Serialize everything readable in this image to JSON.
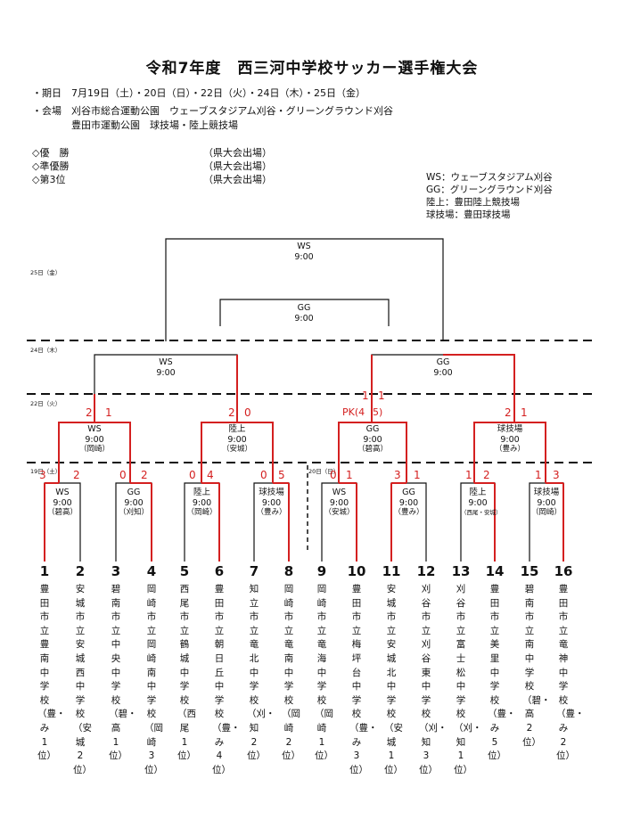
{
  "title": "令和7年度　西三河中学校サッカー選手権大会",
  "info": {
    "dates": "・期日　7月19日（土）・20日（日）・22日（火）・24日（木）・25日（金）",
    "venue1": "・会場　刈谷市総合運動公園　ウェーブスタジアム刈谷・グリーングラウンド刈谷",
    "venue2": "豊田市運動公園　球技場・陸上競技場"
  },
  "results": [
    {
      "label": "◇優　勝",
      "note": "（県大会出場）"
    },
    {
      "label": "◇準優勝",
      "note": "（県大会出場）"
    },
    {
      "label": "◇第3位",
      "note": "（県大会出場）"
    }
  ],
  "legend": [
    "WS：ウェーブスタジアム刈谷",
    "GG：グリーングラウンド刈谷",
    "陸上：豊田陸上競技場",
    "球技場：豊田球技場"
  ],
  "day_labels": {
    "d25": "25日（金）",
    "d24": "24日（木）",
    "d22": "22日（火）",
    "d19": "19日（土）",
    "d20": "20日（日）"
  },
  "final": {
    "venue": "WS",
    "time": "9:00"
  },
  "third": {
    "venue": "GG",
    "time": "9:00"
  },
  "semis": [
    {
      "venue": "WS",
      "time": "9:00"
    },
    {
      "venue": "GG",
      "time": "9:00"
    }
  ],
  "qf": [
    {
      "venue": "WS",
      "time": "9:00",
      "ref": "（岡崎）"
    },
    {
      "venue": "陸上",
      "time": "9:00",
      "ref": "（安城）"
    },
    {
      "venue": "GG",
      "time": "9:00",
      "ref": "（碧高）"
    },
    {
      "venue": "球技場",
      "time": "9:00",
      "ref": "（豊み）"
    }
  ],
  "r1": [
    {
      "venue": "WS",
      "time": "9:00",
      "ref": "（碧高）"
    },
    {
      "venue": "GG",
      "time": "9:00",
      "ref": "（刈知）"
    },
    {
      "venue": "陸上",
      "time": "9:00",
      "ref": "（岡崎）"
    },
    {
      "venue": "球技場",
      "time": "9:00",
      "ref": "（豊み）"
    },
    {
      "venue": "WS",
      "time": "9:00",
      "ref": "（安城）"
    },
    {
      "venue": "GG",
      "time": "9:00",
      "ref": "（豊み）"
    },
    {
      "venue": "陸上",
      "time": "9:00",
      "ref": "（西尾・安城）"
    },
    {
      "venue": "球技場",
      "time": "9:00",
      "ref": "（岡崎）"
    }
  ],
  "teams": [
    {
      "no": "1",
      "name": "豊田市立豊南中学校（豊・み1位）"
    },
    {
      "no": "2",
      "name": "安城市立安城西中学校（安城2位）"
    },
    {
      "no": "3",
      "name": "碧南市立中央中学校（碧・高1位）"
    },
    {
      "no": "4",
      "name": "岡崎市立岡崎南中学校（岡崎3位）"
    },
    {
      "no": "5",
      "name": "西尾市立鶴城中学校（西尾1位）"
    },
    {
      "no": "6",
      "name": "豊田市立朝日丘中学校（豊・み4位）"
    },
    {
      "no": "7",
      "name": "知立市立竜北中学校（刈・知2位）"
    },
    {
      "no": "8",
      "name": "岡崎市立竜南中学校（岡崎2位）"
    },
    {
      "no": "9",
      "name": "岡崎市立竜海中学校（岡崎1位）"
    },
    {
      "no": "10",
      "name": "豊田市立梅坪台中学校（豊・み3位）"
    },
    {
      "no": "11",
      "name": "安城市立安城北中学校（安城1位）"
    },
    {
      "no": "12",
      "name": "刈谷市立刈谷東中学校（刈・知3位）"
    },
    {
      "no": "13",
      "name": "刈谷市立富士松中学校（刈・知1位）"
    },
    {
      "no": "14",
      "name": "豊田市立美里中学校（豊・み5位）"
    },
    {
      "no": "15",
      "name": "碧南市立南中学校（碧・高2位）"
    },
    {
      "no": "16",
      "name": "豊田市立竜神中学校（豊・み2位）"
    }
  ],
  "scores": {
    "r1": [
      [
        "3",
        "2"
      ],
      [
        "0",
        "2"
      ],
      [
        "0",
        "4"
      ],
      [
        "0",
        "5"
      ],
      [
        "0",
        "1"
      ],
      [
        "3",
        "1"
      ],
      [
        "1",
        "2"
      ],
      [
        "1",
        "3"
      ]
    ],
    "qf": [
      [
        "2",
        "1"
      ],
      [
        "2",
        "0"
      ],
      [
        "PK(4",
        "5)"
      ],
      [
        "2",
        "1"
      ]
    ],
    "sf": [
      [
        "1",
        "1"
      ]
    ]
  },
  "colors": {
    "ink": "#111111",
    "red": "#d42020"
  }
}
